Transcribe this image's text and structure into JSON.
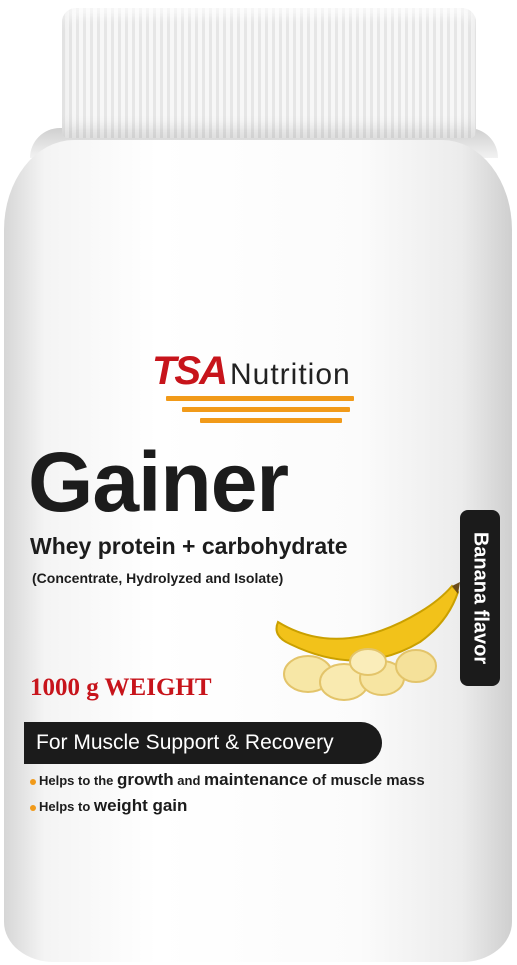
{
  "brand": {
    "logo_text": "TSA",
    "name": "Nutrition"
  },
  "product": {
    "title": "Gainer",
    "subtitle": "Whey protein + carbohydrate",
    "note": "(Concentrate, Hydrolyzed and Isolate)",
    "weight": "1000 g WEIGHT",
    "flavor": "Banana flavor"
  },
  "banner": {
    "text": "For Muscle Support & Recovery"
  },
  "benefits": [
    {
      "pre": "Helps to the ",
      "em1": "growth",
      "mid": " and ",
      "em2": "maintenance",
      "post": "  of muscle mass"
    },
    {
      "pre": "Helps to ",
      "em1": "weight gain"
    }
  ],
  "colors": {
    "brand_red": "#c7141b",
    "accent_orange": "#f19a19",
    "label_black": "#1b1b1b",
    "banana_yellow": "#f2c21a"
  }
}
